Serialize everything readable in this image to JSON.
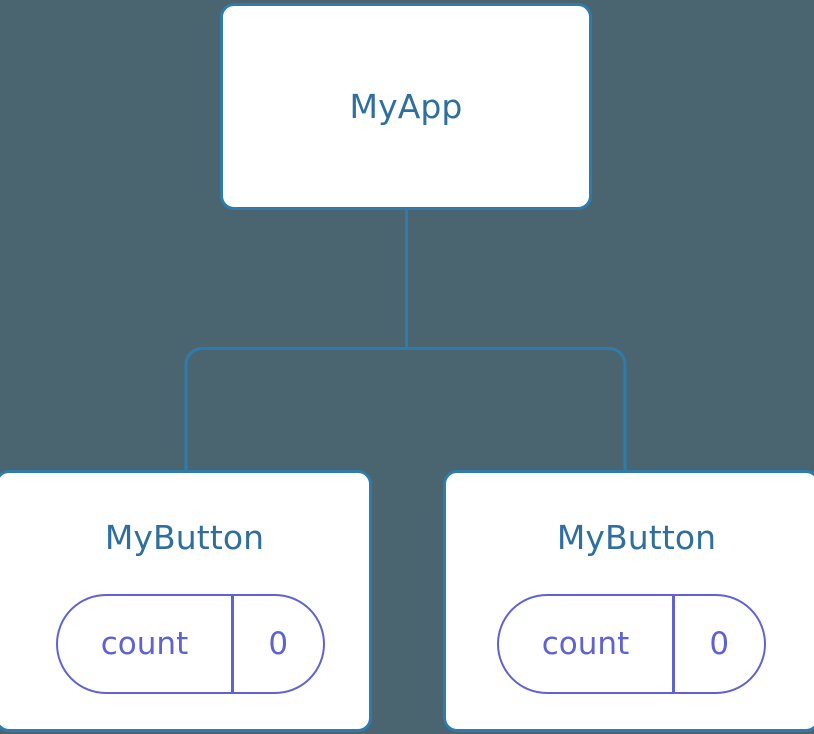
{
  "diagram": {
    "type": "component-tree",
    "background_color": "#4a6570",
    "node_border_color": "#2e7bae",
    "node_title_color": "#2e6f9e",
    "state_accent_color": "#5f62d4",
    "edge_color": "#2e7bae",
    "title": "MyApp"
  },
  "root": {
    "label": "MyApp"
  },
  "children": [
    {
      "label": "MyButton",
      "state": {
        "key": "count",
        "value": "0"
      }
    },
    {
      "label": "MyButton",
      "state": {
        "key": "count",
        "value": "0"
      }
    }
  ]
}
